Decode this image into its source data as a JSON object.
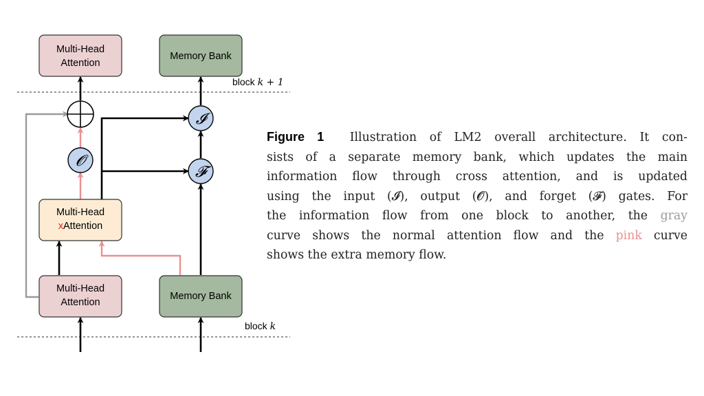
{
  "diagram": {
    "top_attention_label": [
      "Multi-Head",
      "Attention"
    ],
    "top_memory_label": "Memory Bank",
    "xattention_label": [
      "Multi-Head",
      "x",
      "Attention"
    ],
    "bottom_attention_label": [
      "Multi-Head",
      "Attention"
    ],
    "bottom_memory_label": "Memory Bank",
    "block_upper": {
      "text": "block ",
      "math": "k + 1"
    },
    "block_lower": {
      "text": "block ",
      "math": "k"
    },
    "gates": {
      "input": "𝓘",
      "output": "𝓞",
      "forget": "𝓕"
    },
    "colors": {
      "attention_fill": "#ecd1d3",
      "memory_fill": "#a4b99f",
      "xattention_fill": "#fdecd3",
      "gate_fill": "#c2d4ee",
      "gray_flow": "#9a9a9a",
      "pink_flow": "#e8908f",
      "x_highlight": "#d6262b"
    }
  },
  "caption": {
    "figure_label": "Figure 1",
    "line1": "Illustration of LM2 overall architecture. It con-",
    "line2": "sists of a separate memory bank, which updates the main",
    "line3": "information flow through cross attention, and is updated",
    "line4": "using the input (𝓘), output (𝓞), and forget (𝓕) gates. For",
    "line5_before": "the information flow from one block to another, the ",
    "line5_gray": "gray",
    "line6_before": "curve shows the normal attention flow and the ",
    "line6_pink": "pink",
    "line6_after": " curve",
    "line7": "shows the extra memory flow."
  }
}
